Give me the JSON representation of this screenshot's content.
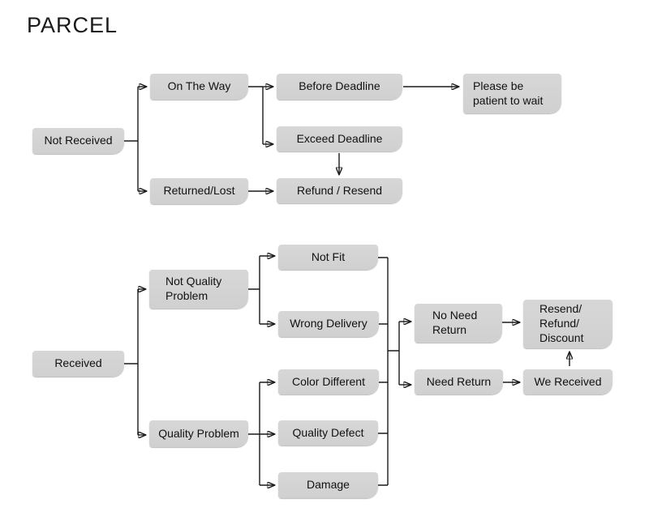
{
  "title": "PARCEL",
  "diagram": {
    "colors": {
      "background": "#ffffff",
      "box_fill": "#d3d3d3",
      "connector": "#1a1a1a",
      "text": "#111111"
    },
    "nodes": {
      "not_received": {
        "label": "Not Received"
      },
      "on_the_way": {
        "label": "On The Way"
      },
      "returned_lost": {
        "label": "Returned/Lost"
      },
      "before_deadline": {
        "label": "Before Deadline"
      },
      "exceed_deadline": {
        "label": "Exceed Deadline"
      },
      "refund_resend": {
        "label": "Refund / Resend"
      },
      "please_wait": {
        "label": "Please be\npatient to wait"
      },
      "received": {
        "label": "Received"
      },
      "not_quality_problem": {
        "label": "Not Quality\nProblem"
      },
      "quality_problem": {
        "label": "Quality Problem"
      },
      "not_fit": {
        "label": "Not Fit"
      },
      "wrong_delivery": {
        "label": "Wrong Delivery"
      },
      "color_different": {
        "label": "Color Different"
      },
      "quality_defect": {
        "label": "Quality Defect"
      },
      "damage": {
        "label": "Damage"
      },
      "no_need_return": {
        "label": "No Need\nReturn"
      },
      "need_return": {
        "label": "Need Return"
      },
      "we_received": {
        "label": "We Received"
      },
      "resend_refund_discount": {
        "label": "Resend/\nRefund/\nDiscount"
      }
    },
    "edges": [
      {
        "from": "Not Received",
        "to": "On The Way"
      },
      {
        "from": "Not Received",
        "to": "Returned/Lost"
      },
      {
        "from": "On The Way",
        "to": "Before Deadline"
      },
      {
        "from": "On The Way",
        "to": "Exceed Deadline"
      },
      {
        "from": "Before Deadline",
        "to": "Please be patient to wait"
      },
      {
        "from": "Exceed Deadline",
        "to": "Refund / Resend"
      },
      {
        "from": "Returned/Lost",
        "to": "Refund / Resend"
      },
      {
        "from": "Received",
        "to": "Not Quality Problem"
      },
      {
        "from": "Received",
        "to": "Quality Problem"
      },
      {
        "from": "Not Quality Problem",
        "to": "Not Fit"
      },
      {
        "from": "Not Quality Problem",
        "to": "Wrong Delivery"
      },
      {
        "from": "Quality Problem",
        "to": "Color Different"
      },
      {
        "from": "Quality Problem",
        "to": "Quality Defect"
      },
      {
        "from": "Quality Problem",
        "to": "Damage"
      },
      {
        "from": "Not Fit / Wrong Delivery / Color Different / Quality Defect / Damage",
        "to": "No Need Return"
      },
      {
        "from": "Not Fit / Wrong Delivery / Color Different / Quality Defect / Damage",
        "to": "Need Return"
      },
      {
        "from": "No Need Return",
        "to": "Resend/Refund/Discount"
      },
      {
        "from": "Need Return",
        "to": "We Received"
      },
      {
        "from": "We Received",
        "to": "Resend/Refund/Discount"
      }
    ]
  }
}
